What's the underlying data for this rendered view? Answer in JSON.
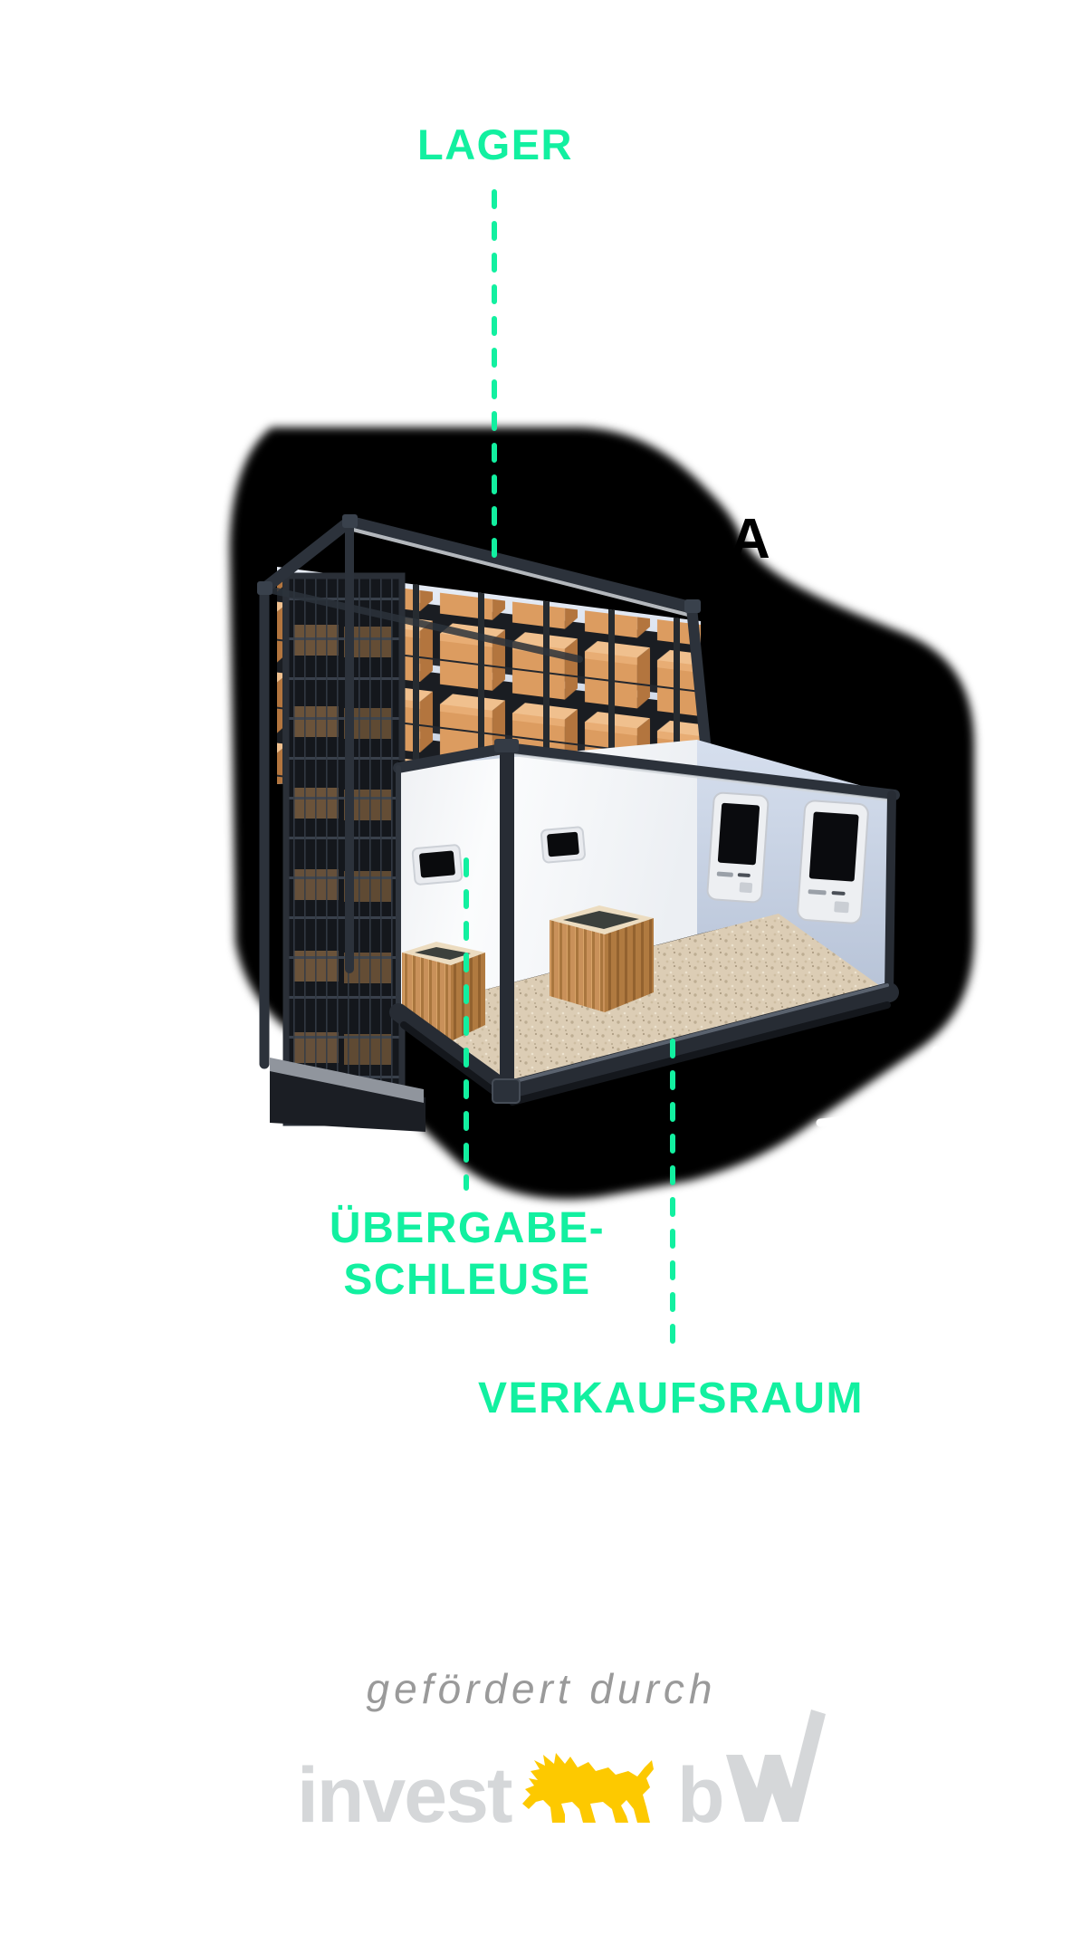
{
  "labels": {
    "lager": "LAGER",
    "uebergabe_line1": "ÜBERGABE-",
    "uebergabe_line2": "SCHLEUSE",
    "verkaufsraum": "VERKAUFSRAUM",
    "partial_letter": "A"
  },
  "footer": {
    "funded_by": "gefördert durch",
    "logo_invest": "invest",
    "logo_b": "b"
  },
  "colors": {
    "accent_green": "#12F0A0",
    "lion_yellow": "#FDC900",
    "logo_gray": "#D5D7D9",
    "funded_gray": "#9A9A9A",
    "box_orange": "#DC9C60",
    "wall_blue_gray": "#C9D4E4",
    "floor_beige": "#DCCDB5"
  }
}
